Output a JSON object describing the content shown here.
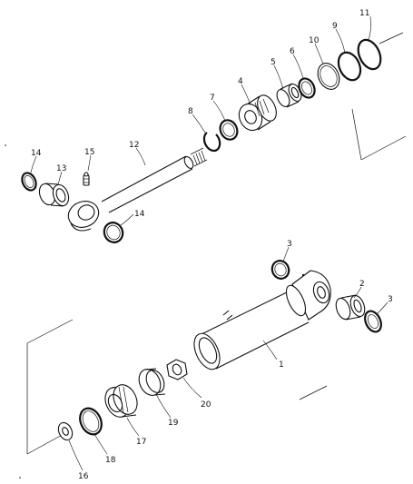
{
  "diagram": {
    "labels": {
      "p1": "1",
      "p2": "2",
      "p3a": "3",
      "p3b": "3",
      "p4": "4",
      "p5": "5",
      "p6": "6",
      "p7": "7",
      "p8": "8",
      "p9": "9",
      "p10": "10",
      "p11": "11",
      "p12": "12",
      "p13": "13",
      "p14a": "14",
      "p14b": "14",
      "p15": "15",
      "p16": "16",
      "p17": "17",
      "p18": "18",
      "p19": "19",
      "p20": "20"
    }
  }
}
